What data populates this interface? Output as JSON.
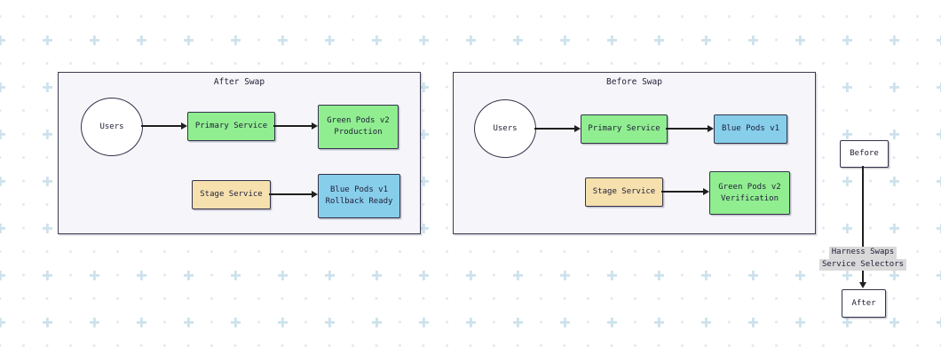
{
  "diagram": {
    "after_panel": {
      "title": "After Swap",
      "users": "Users",
      "primary_service": "Primary Service",
      "green_pods_line1": "Green Pods v2",
      "green_pods_line2": "Production",
      "stage_service": "Stage Service",
      "blue_pods_line1": "Blue Pods v1",
      "blue_pods_line2": "Rollback Ready"
    },
    "before_panel": {
      "title": "Before Swap",
      "users": "Users",
      "primary_service": "Primary Service",
      "blue_pods": "Blue Pods v1",
      "stage_service": "Stage Service",
      "green_pods_line1": "Green Pods v2",
      "green_pods_line2": "Verification"
    },
    "swap_flow": {
      "before_label": "Before",
      "after_label": "After",
      "edge_label_line1": "Harness Swaps",
      "edge_label_line2": "Service Selectors"
    }
  },
  "colors": {
    "green_node": "#90EE90",
    "blue_node": "#87CEEB",
    "tan_node": "#F6E0AE",
    "panel_fill": "#F6F6FA",
    "panel_border": "#3B3A52",
    "node_border": "#33324A",
    "text": "#22213A",
    "edge": "#1F1F1F",
    "edge_label_bg": "#D9D9D9",
    "grid_dot": "#DCE8EE",
    "grid_plus": "#CDE2EC"
  }
}
